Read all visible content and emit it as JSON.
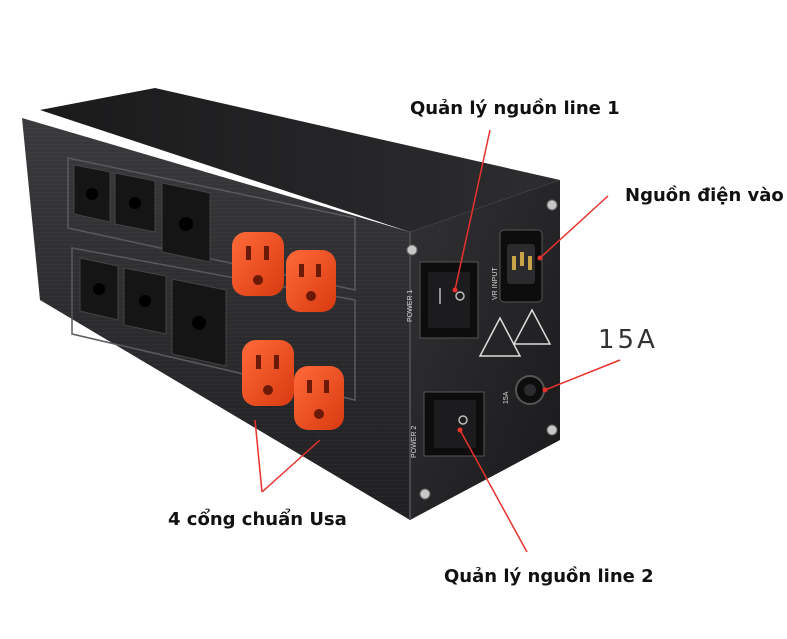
{
  "annotations": {
    "power_line_1": "Quản lý nguồn line 1",
    "power_input": "Nguồn điện vào",
    "fuse_rating": "15A",
    "usa_outlets": "4 cổng chuẩn Usa",
    "power_line_2": "Quản lý nguồn line 2"
  },
  "device_markings": {
    "switch1": "POWER 1",
    "switch2": "POWER 2",
    "inlet": "VR INPUT",
    "fuse": "15A"
  },
  "colors": {
    "body": "#2a2a2c",
    "outlet_usa": "#ee4a1c",
    "callout_line": "#e8322c"
  }
}
